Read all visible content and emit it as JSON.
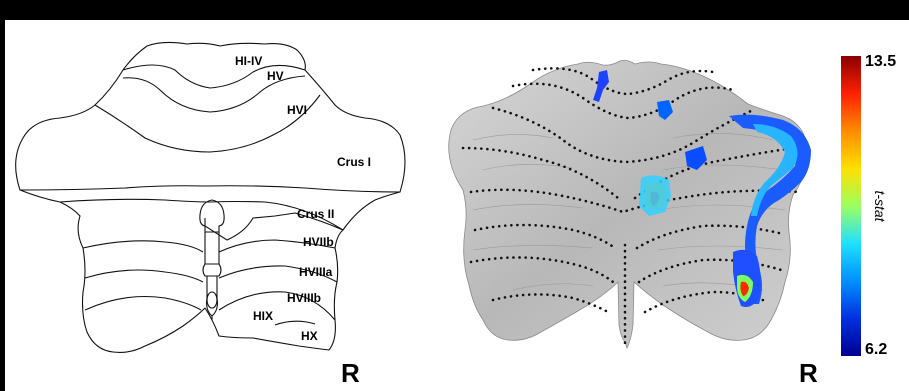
{
  "left_panel": {
    "labels": {
      "hi_iv": "HI-IV",
      "hv": "HV",
      "hvi": "HVI",
      "crus_i": "Crus I",
      "crus_ii": "Crus II",
      "hviib": "HVIIb",
      "hviiia": "HVIIIa",
      "hviiib": "HVIIIb",
      "hix": "HIX",
      "hx": "HX"
    },
    "side_label": "R"
  },
  "right_panel": {
    "side_label": "R"
  },
  "colorbar": {
    "max_label": "13.5",
    "min_label": "6.2",
    "title": "t-stat",
    "colors": [
      "#8b0000",
      "#ff2000",
      "#ff8c00",
      "#ffe000",
      "#9cff60",
      "#20e0ff",
      "#0090ff",
      "#0030e0",
      "#000090"
    ]
  }
}
